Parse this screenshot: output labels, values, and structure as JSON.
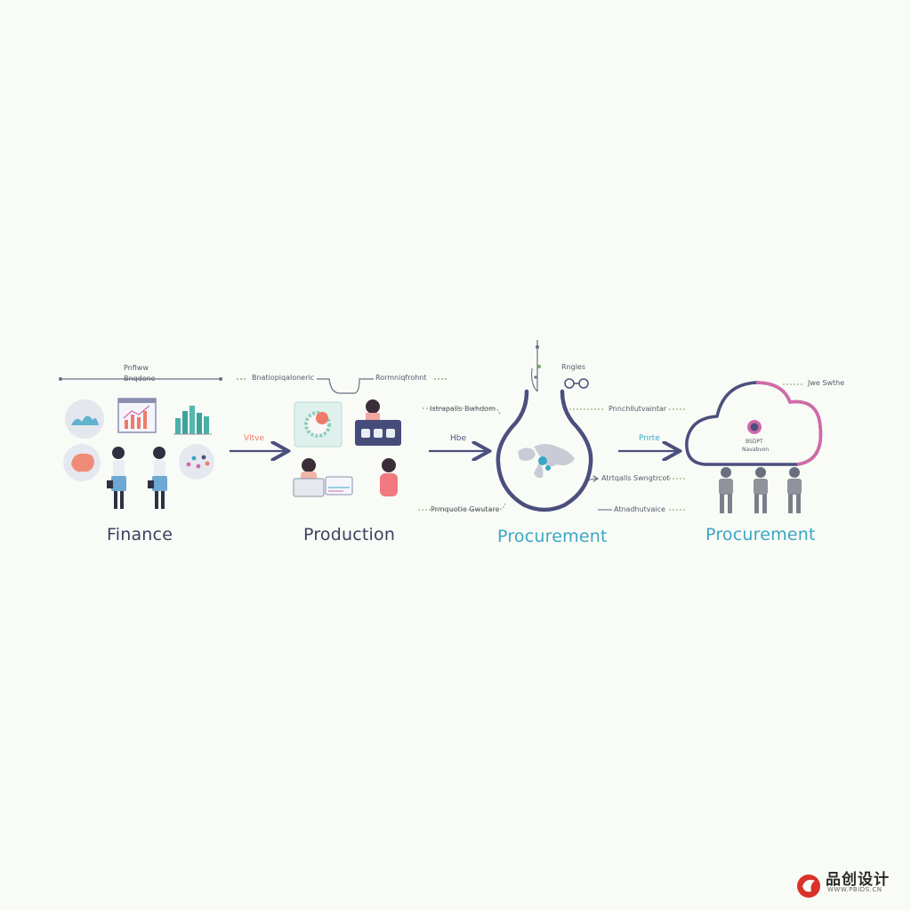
{
  "colors": {
    "navy": "#4b4f7d",
    "teal": "#3aa6c4",
    "pink": "#d06aa8",
    "coral": "#f07a6a",
    "green": "#3fae8a",
    "grey": "#8e939c",
    "watermark_red": "#d8322a"
  },
  "stages": [
    {
      "label": "Finance",
      "color": "#3c4060"
    },
    {
      "label": "Production",
      "color": "#3c4060"
    },
    {
      "label": "Procurement",
      "color": "#3aa6c4"
    },
    {
      "label": "Procurement",
      "color": "#3aa6c4"
    }
  ],
  "arrows": [
    {
      "label": "Vltve",
      "color": "#f07a6a"
    },
    {
      "label": "Hbe",
      "color": "#4b4f7d"
    },
    {
      "label": "Pnrte",
      "color": "#3aa6c4"
    }
  ],
  "annotations": {
    "finance_top_1": "Pnfiww",
    "finance_top_2": "Bnqdone",
    "production_top_left": "Bnatiopiqaloneric",
    "production_top_right": "Rormniqfrohnt",
    "procure_top_icon": "Rngles",
    "procure_left_top": "Istrapalls Bwhdom",
    "procure_right_top": "Pnnchllutvaintar",
    "procure_right_mid": "Atrtqalls Swngtrcot",
    "procure_left_bottom": "Prmquotie Gwutare",
    "procure_right_bottom": "Atnadhutvaice",
    "cloud_top": "Jwe Swthe",
    "cloud_badge_1": "BSDPT",
    "cloud_badge_2": "Navabvon"
  },
  "icons": [
    "wave-chart-icon",
    "bar-report-icon",
    "bar-chart-icon",
    "piggy-icon",
    "scatter-icon",
    "person-icon",
    "gear-screen-icon",
    "control-panel-icon",
    "laptop-icon",
    "globe-icon",
    "cloud-icon",
    "location-pin-icon",
    "binoculars-icon"
  ],
  "watermark": {
    "text": "品创设计",
    "url": "WWW.PBIDS.CN"
  }
}
